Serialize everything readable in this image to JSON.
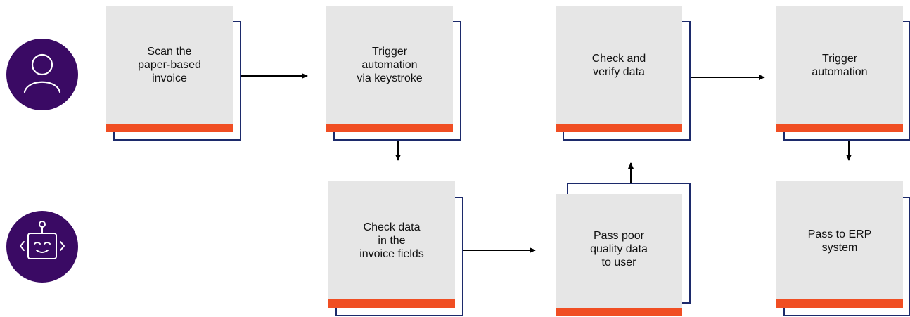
{
  "colors": {
    "avatar_bg": "#3a0a64",
    "card_fill": "#e6e6e6",
    "card_outline": "#1c2a6b",
    "card_accent": "#f04e23",
    "arrow": "#000000"
  },
  "lanes": [
    {
      "name": "user",
      "icon": "person-icon"
    },
    {
      "name": "bot",
      "icon": "robot-icon"
    }
  ],
  "steps": [
    {
      "id": "scan",
      "label": "Scan the\npaper-based\ninvoice"
    },
    {
      "id": "trigger-keystroke",
      "label": "Trigger\nautomation\nvia keystroke"
    },
    {
      "id": "check-verify",
      "label": "Check and\nverify data"
    },
    {
      "id": "trigger-automation",
      "label": "Trigger\nautomation"
    },
    {
      "id": "check-fields",
      "label": "Check data\nin the\ninvoice fields"
    },
    {
      "id": "pass-poor",
      "label": "Pass poor\nquality data\nto user"
    },
    {
      "id": "pass-erp",
      "label": "Pass to ERP\nsystem"
    }
  ]
}
